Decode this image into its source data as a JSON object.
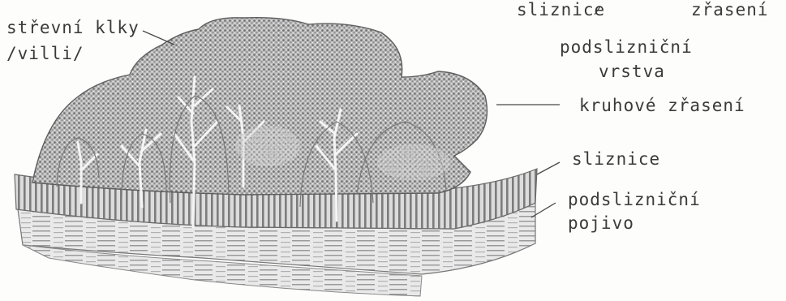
{
  "labels": {
    "intestinal_villi_line1": "střevní klky",
    "intestinal_villi_line2": "/villi/",
    "top_mucosa": "sliznice",
    "top_fold": "zřasení",
    "submucosa_layer_line1": "podslizniční",
    "submucosa_layer_line2": "vrstva",
    "circular_fold": "kruhové zřasení",
    "mucosa": "sliznice",
    "submucosa_tissue_line1": "podslizniční",
    "submucosa_tissue_line2": "pojivo"
  },
  "colors": {
    "ink": "#3a3a3a",
    "tissue_dark": "#6e6e6e",
    "tissue_mid": "#9a9a9a",
    "tissue_light": "#c9c9c9",
    "paper": "#fdfdfb"
  }
}
